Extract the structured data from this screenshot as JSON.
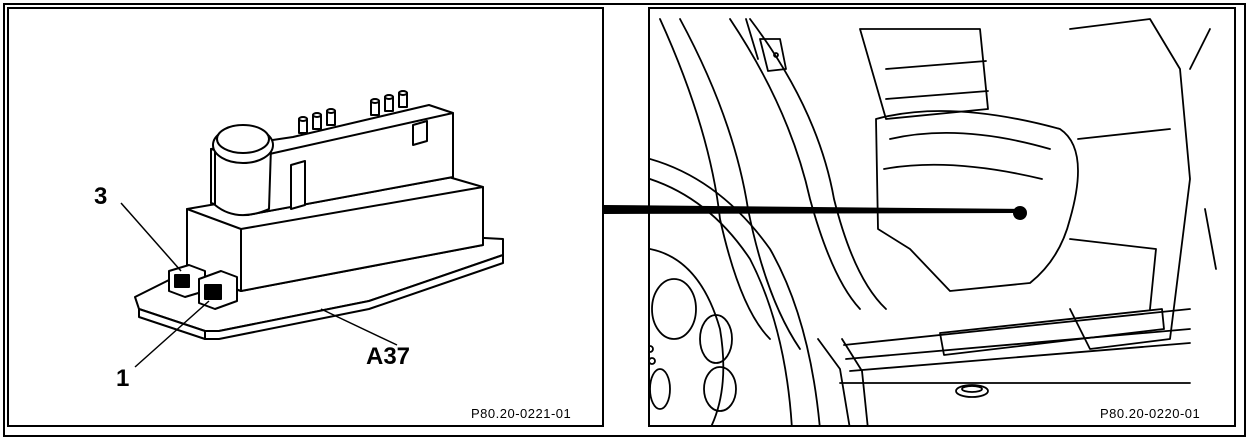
{
  "left_panel": {
    "callouts": {
      "item3": "3",
      "item1": "1",
      "component": "A37"
    },
    "reference": "P80.20-0221-01"
  },
  "right_panel": {
    "reference": "P80.20-0220-01"
  }
}
